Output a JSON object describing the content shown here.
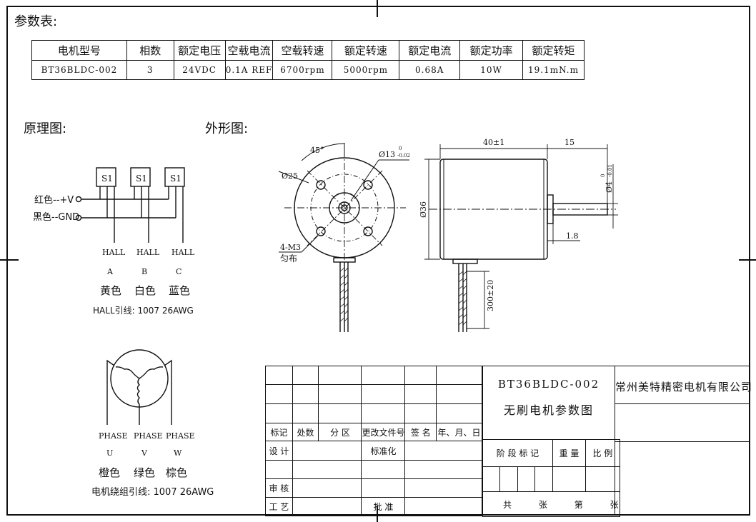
{
  "headings": {
    "params": "参数表:",
    "principle": "原理图:",
    "outline": "外形图:"
  },
  "param_table": {
    "headers": [
      "电机型号",
      "相数",
      "额定电压",
      "空载电流",
      "空载转速",
      "额定转速",
      "额定电流",
      "额定功率",
      "额定转矩"
    ],
    "values": [
      "BT36BLDC-002",
      "3",
      "24VDC",
      "0.1A REF",
      "6700rpm",
      "5000rpm",
      "0.68A",
      "10W",
      "19.1mN.m"
    ]
  },
  "wiring": {
    "sensors": [
      "S1",
      "S1",
      "S1"
    ],
    "power_red": "红色--+V",
    "power_black": "黑色--GND",
    "hall_labels": [
      "HALL",
      "HALL",
      "HALL"
    ],
    "hall_letters": [
      "A",
      "B",
      "C"
    ],
    "hall_colors": [
      "黄色",
      "白色",
      "蓝色"
    ],
    "hall_wire": "HALL引线: 1007 26AWG",
    "phase_labels": [
      "PHASE",
      "PHASE",
      "PHASE"
    ],
    "phase_letters": [
      "U",
      "V",
      "W"
    ],
    "phase_colors": [
      "橙色",
      "绿色",
      "棕色"
    ],
    "winding_wire": "电机绕组引线: 1007 26AWG"
  },
  "dimensions": {
    "angle": "45°",
    "pcd": "Ø25",
    "boss": "Ø13",
    "boss_tol_upper": "0",
    "boss_tol_lower": "-0.02",
    "holes_line1": "4-M3",
    "holes_line2": "匀布",
    "length": "40±1",
    "shaft_length": "15",
    "body_dia": "Ø36",
    "shaft_dia": "Ø4",
    "shaft_tol_upper": "0",
    "shaft_tol_lower": "-0.01",
    "shoulder": "1.8",
    "lead_length": "300±20"
  },
  "title_block": {
    "drawing_no": "BT36BLDC-002",
    "drawing_name": "无刷电机参数图",
    "company": "常州美特精密电机有限公司",
    "row_labels": [
      "标记",
      "处数",
      "分 区",
      "更改文件号",
      "签 名",
      "年、月、日"
    ],
    "design": "设 计",
    "standardize": "标准化",
    "review": "审 核",
    "process": "工 艺",
    "approve": "批 准",
    "stage_mark": "阶 段 标 记",
    "weight": "重 量",
    "scale": "比 例",
    "total_sheets": "共",
    "sheets": "张",
    "sheet_no": "第",
    "sheet_unit": "张"
  }
}
